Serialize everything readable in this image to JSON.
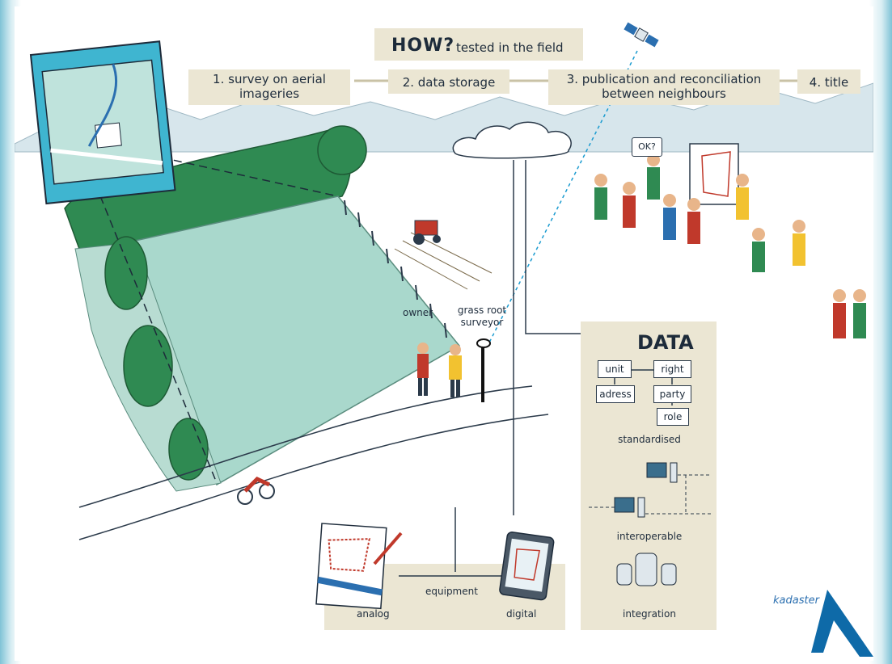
{
  "header": {
    "how": "HOW?",
    "subtitle": "tested in the field"
  },
  "steps": [
    {
      "line1": "1. survey on aerial",
      "line2": "imageries"
    },
    {
      "line1": "2. data storage",
      "line2": ""
    },
    {
      "line1": "3. publication and reconciliation",
      "line2": "between neighbours"
    },
    {
      "line1": "4. title",
      "line2": ""
    }
  ],
  "labels": {
    "owner": "owner",
    "surveyor_1": "grass root",
    "surveyor_2": "surveyor",
    "ok": "OK?"
  },
  "data_section": {
    "title": "DATA",
    "model": {
      "unit": "unit",
      "right": "right",
      "adress": "adress",
      "party": "party",
      "role": "role"
    },
    "standardised": "standardised",
    "interoperable": "interoperable",
    "integration": "integration"
  },
  "equipment": {
    "analog": "analog",
    "equipment": "equipment",
    "digital": "digital"
  },
  "brand": {
    "name": "kadaster"
  },
  "colors": {
    "field": "#a9d8cc",
    "tree": "#2f8a52",
    "panel": "#ebe6d3",
    "mountain": "#d7e6ec",
    "accent_blue": "#0e6aa8"
  }
}
